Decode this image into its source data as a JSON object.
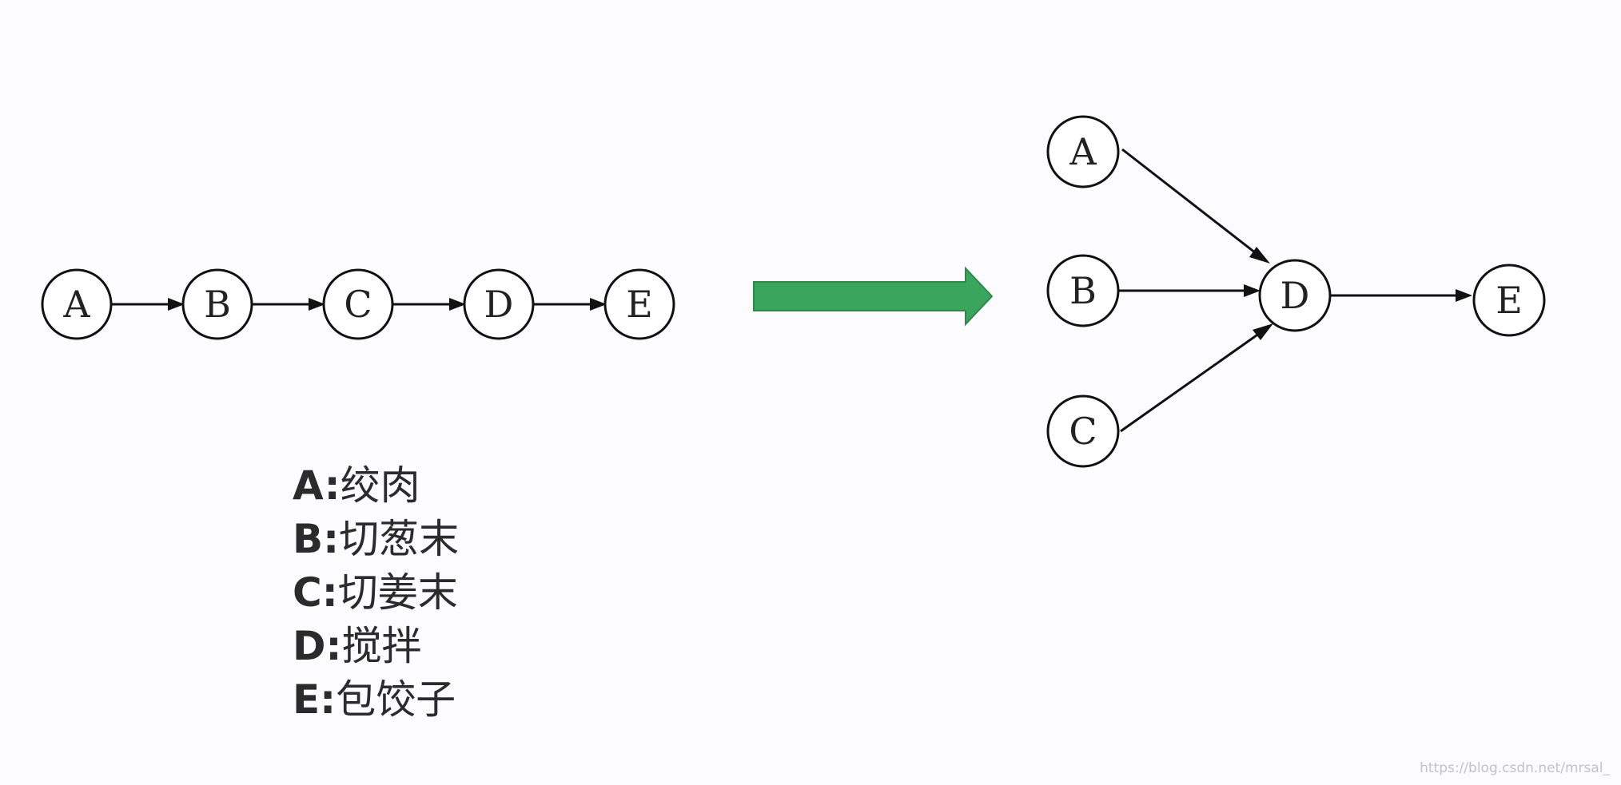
{
  "before": {
    "nodes": [
      "A",
      "B",
      "C",
      "D",
      "E"
    ],
    "edges": [
      [
        "A",
        "B"
      ],
      [
        "B",
        "C"
      ],
      [
        "C",
        "D"
      ],
      [
        "D",
        "E"
      ]
    ]
  },
  "after": {
    "nodes": [
      "A",
      "B",
      "C",
      "D",
      "E"
    ],
    "edges": [
      [
        "A",
        "D"
      ],
      [
        "B",
        "D"
      ],
      [
        "C",
        "D"
      ],
      [
        "D",
        "E"
      ]
    ]
  },
  "transform_arrow_color": "#3aa55d",
  "legend": [
    {
      "key": "A:",
      "text": "绞肉"
    },
    {
      "key": "B:",
      "text": "切葱末"
    },
    {
      "key": "C:",
      "text": "切姜末"
    },
    {
      "key": "D:",
      "text": "搅拌"
    },
    {
      "key": "E:",
      "text": "包饺子"
    }
  ],
  "watermark": "https://blog.csdn.net/mrsal_"
}
